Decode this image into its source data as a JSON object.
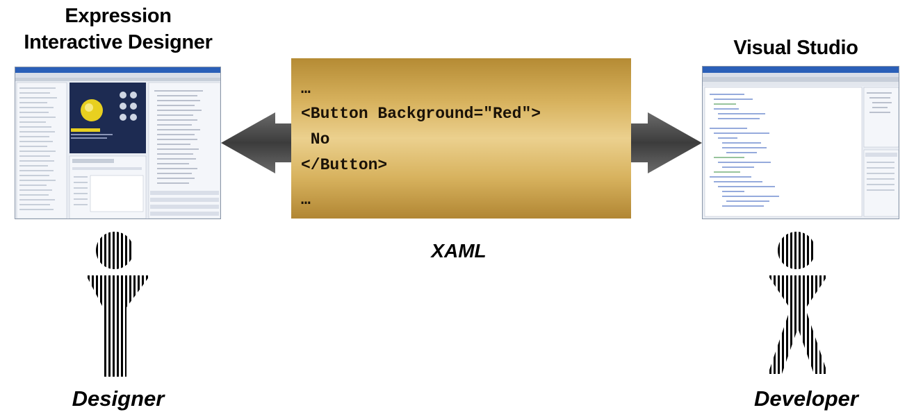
{
  "tools": {
    "designer_tool": {
      "title_line1": "Expression",
      "title_line2": "Interactive Designer"
    },
    "developer_tool": {
      "title": "Visual Studio"
    }
  },
  "code": {
    "lines": [
      "…",
      "<Button Background=\"Red\">",
      " No",
      "</Button>",
      "…"
    ],
    "caption": "XAML"
  },
  "roles": {
    "designer": "Designer",
    "developer": "Developer"
  },
  "colors": {
    "code_box_base": "#d8b35f",
    "arrow": "#4a4a4a",
    "figure_stripes": "#000000",
    "screenshot_accent": "#2a5fb8"
  },
  "icons": {
    "flow_left": "left-arrow-icon",
    "flow_right": "right-arrow-icon",
    "designer_person": "designer-figure-icon",
    "developer_person": "developer-figure-icon"
  }
}
